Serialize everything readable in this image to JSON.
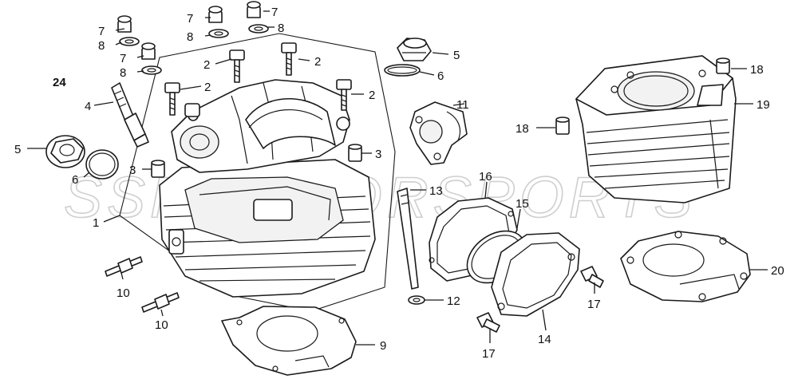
{
  "watermark": "SSRMOTORSPORTS",
  "labels": {
    "l1": "1",
    "l2": "2",
    "l3": "3",
    "l4": "4",
    "l5": "5",
    "l6": "6",
    "l7": "7",
    "l8": "8",
    "l9": "9",
    "l10": "10",
    "l11": "11",
    "l12": "12",
    "l13": "13",
    "l14": "14",
    "l15": "15",
    "l16": "16",
    "l17": "17",
    "l18": "18",
    "l19": "19",
    "l20": "20",
    "l24": "24"
  }
}
